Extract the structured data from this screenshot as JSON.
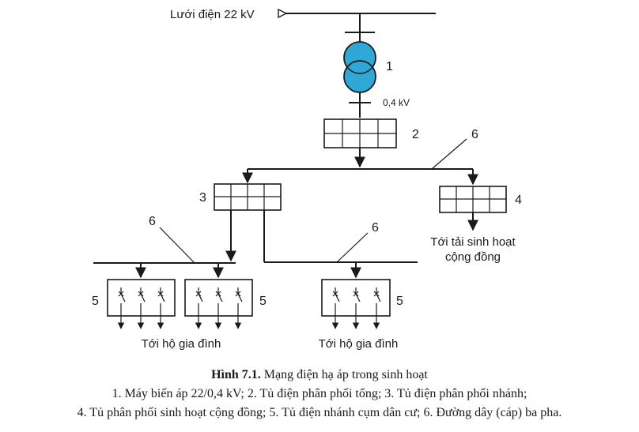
{
  "labels": {
    "grid": "Lưới điện 22 kV",
    "voltage": "0,4 kV",
    "community_line1": "Tới tải sinh hoạt",
    "community_line2": "cộng đồng",
    "households_left": "Tới hộ gia đình",
    "households_right": "Tới hộ gia đình"
  },
  "numbers": {
    "transformer": "1",
    "main_panel": "2",
    "cable_top": "6",
    "branch_panel": "3",
    "community_panel": "4",
    "cable_left": "6",
    "cable_mid": "6",
    "cluster_a": "5",
    "cluster_b": "5",
    "cluster_c": "5"
  },
  "caption": {
    "title_bold": "Hình 7.1.",
    "title_rest": " Mạng điện hạ áp trong sinh hoạt",
    "line1": "1. Máy biến áp 22/0,4 kV; 2. Tủ điện phân phối tổng; 3. Tủ điện phân phối nhánh;",
    "line2": "4. Tủ phân phối sinh hoạt cộng đồng; 5. Tủ điện nhánh cụm dân cư; 6. Đường dây (cáp) ba pha."
  },
  "colors": {
    "transformer_fill": "#2fa8d8",
    "line": "#1a1a1a"
  }
}
